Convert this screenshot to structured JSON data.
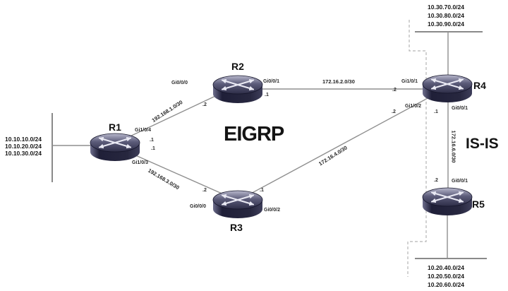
{
  "diagram": {
    "domain_labels": {
      "eigrp": "EIGRP",
      "isis": "IS-IS"
    },
    "routers": {
      "r1": "R1",
      "r2": "R2",
      "r3": "R3",
      "r4": "R4",
      "r5": "R5"
    },
    "links": {
      "r1_r2": {
        "network": "192.168.1.0/30",
        "r1_if": "Gi1/0/4",
        "r1_ip": ".1",
        "r2_if": "Gi0/0/0",
        "r2_ip": ".2"
      },
      "r1_r3": {
        "network": "192.168.3.0/30",
        "r1_if": "Gi1/0/3",
        "r1_ip": ".1",
        "r3_if": "Gi0/0/0",
        "r3_ip": ".2"
      },
      "r2_r4": {
        "network": "172.16.2.0/30",
        "r2_if": "Gi0/0/1",
        "r2_ip": ".1",
        "r4_if": "Gi1/0/1",
        "r4_ip": ".2"
      },
      "r3_r4": {
        "network": "172.16.4.0/30",
        "r3_if": "Gi0/0/2",
        "r3_ip": ".1",
        "r4_if": "Gi1/0/2",
        "r4_ip": ".2"
      },
      "r4_r5": {
        "network": "172.16.6.0/30",
        "r4_if": "Gi0/0/1",
        "r4_ip": ".1",
        "r5_if": "Gi0/0/1",
        "r5_ip": ".2"
      }
    },
    "lans": {
      "r1_lan": [
        "10.10.10.0/24",
        "10.10.20.0/24",
        "10.10.30.0/24"
      ],
      "r4_lan": [
        "10.30.70.0/24",
        "10.30.80.0/24",
        "10.30.90.0/24"
      ],
      "r5_lan": [
        "10.20.40.0/24",
        "10.20.50.0/24",
        "10.20.60.0/24"
      ]
    }
  }
}
